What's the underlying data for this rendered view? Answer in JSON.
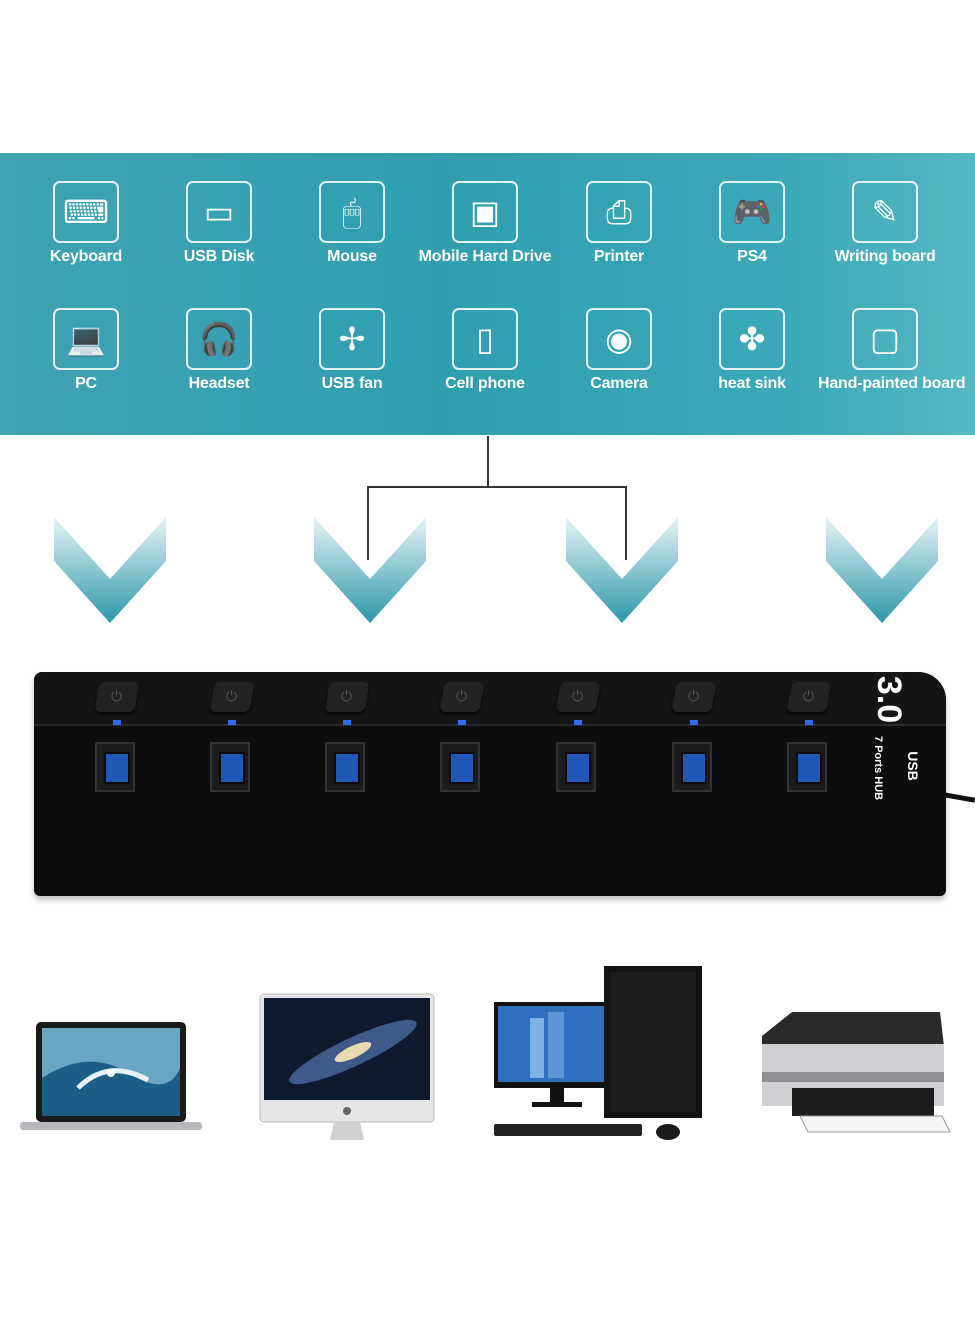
{
  "banner": {
    "devices": [
      {
        "label": "Keyboard",
        "icon": "keyboard-icon"
      },
      {
        "label": "USB Disk",
        "icon": "usb-disk-icon"
      },
      {
        "label": "Mouse",
        "icon": "mouse-icon"
      },
      {
        "label": "Mobile Hard Drive",
        "icon": "hard-drive-icon"
      },
      {
        "label": "Printer",
        "icon": "printer-icon"
      },
      {
        "label": "PS4",
        "icon": "gamepad-icon"
      },
      {
        "label": "Writing board",
        "icon": "writing-board-icon"
      },
      {
        "label": "PC",
        "icon": "laptop-icon"
      },
      {
        "label": "Headset",
        "icon": "headset-icon"
      },
      {
        "label": "USB fan",
        "icon": "fan-icon"
      },
      {
        "label": "Cell phone",
        "icon": "phone-icon"
      },
      {
        "label": "Camera",
        "icon": "webcam-icon"
      },
      {
        "label": "heat sink",
        "icon": "heat-sink-icon"
      },
      {
        "label": "Hand-painted board",
        "icon": "drawing-tablet-icon"
      }
    ],
    "colors": {
      "start": "#3ea3b3",
      "end": "#55b7c4"
    }
  },
  "hub": {
    "version": "3.0",
    "brand": "USB",
    "ports_label": "7 Ports HUB",
    "port_count": 7,
    "led_color": "#2a6df0",
    "port_color": "#1f58b8"
  },
  "bottom_devices": [
    "laptop",
    "imac",
    "desktop-pc",
    "laser-printer"
  ]
}
